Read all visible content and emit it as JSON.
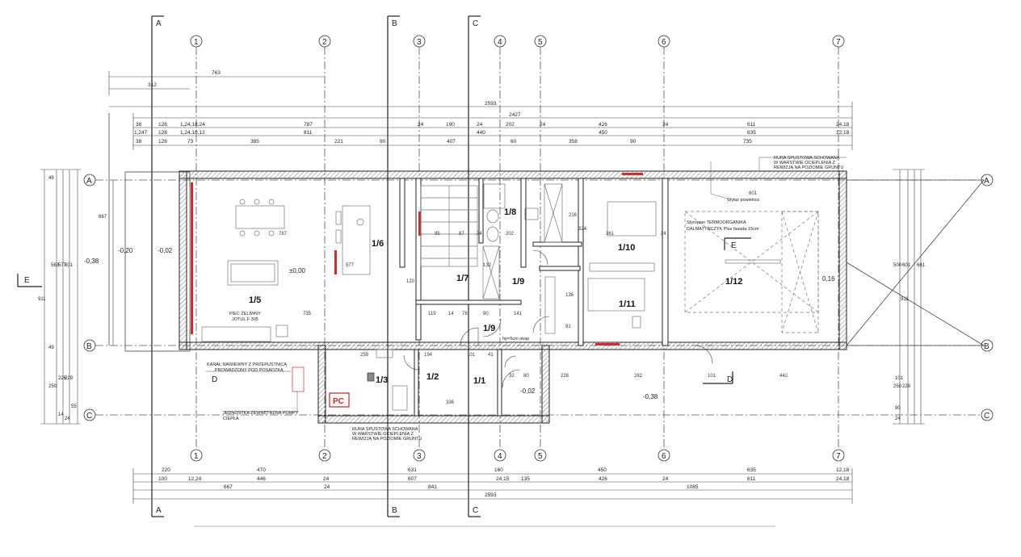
{
  "sections": {
    "a": "A",
    "b": "B",
    "c": "C",
    "d": "D",
    "e": "E"
  },
  "axes_numbers": [
    "1",
    "2",
    "3",
    "4",
    "5",
    "6",
    "7"
  ],
  "axes_rows": [
    "A",
    "B",
    "C"
  ],
  "rooms": {
    "r15": "1/5",
    "r16": "1/6",
    "r17": "1/7",
    "r18": "1/8",
    "r19a": "1/9",
    "r19b": "1/9",
    "r110": "1/10",
    "r111": "1/11",
    "r112": "1/12",
    "r11": "1/1",
    "r12": "1/2",
    "r13": "1/3",
    "pc": "PC"
  },
  "notes": {
    "stove_1": "PIEC ŻELIWNY",
    "stove_2": "JOTUL F 305",
    "kanal_1": "KANAŁ NAWIEWNY Z PRZEPUSTNICĄ",
    "kanal_2": "PROWADZONY POD POSADZKĄ",
    "pompa_1": "JEDNOSTKA ZEWNĘTRZNA POMPY",
    "pompa_2": "CIEPŁA",
    "rura_1": "RURA SPUSTOWA SCHOWANA",
    "rura_2": "W WARSTWIE OCIEPLENIA Z",
    "rura_3": "REWIZJĄ NA POZIOMIE GRUNTU",
    "rura_b1": "RURA SPUSTOWA SCHOWANA",
    "rura_b2": "W WARSTWIE OCIEPLENIA Z",
    "rura_b3": "REWIZJĄ NA POZIOMIE GRUNTU",
    "wylaz": "Wyłaz powietrza",
    "styropian_1": "Styropian TERMOORGANIKA",
    "styropian_2": "DALMATYŃCZYK Plus fasada 15cm",
    "okap": "hp=5cm okap"
  },
  "levels": {
    "l1": "-0,20",
    "l2": "-0,02",
    "l3": "-0,38",
    "l4": "±0,00",
    "l5": "-0,02",
    "l6": "-0,38",
    "l7": "0,16"
  },
  "dims_top": {
    "d763": "763",
    "d312": "312",
    "d2593": "2593",
    "d2427": "2427",
    "r1": [
      "38",
      "128",
      "1,24,18,24",
      "787",
      "24",
      "190",
      "24",
      "202",
      "24",
      "426",
      "24",
      "611",
      "24,18"
    ],
    "r2": [
      "1,247",
      "128",
      "1,24,18,12",
      "811",
      "440",
      "450",
      "635",
      "12,18"
    ],
    "r3": [
      "38",
      "128",
      "73",
      "385",
      "221",
      "90",
      "407",
      "60",
      "358",
      "90",
      "735"
    ],
    "interior": [
      "787",
      "95",
      "87",
      "24",
      "202",
      "361",
      "24",
      "735",
      "119",
      "14",
      "78",
      "90",
      "141",
      "259",
      "194",
      "101",
      "41",
      "32",
      "80",
      "228",
      "282",
      "101",
      "442",
      "336",
      "601",
      "577",
      "132",
      "120",
      "216",
      "324",
      "136",
      "91"
    ]
  },
  "dims_bottom": {
    "r1": [
      "220",
      "470",
      "631",
      "160",
      "450",
      "635",
      "12,18"
    ],
    "r2": [
      "100",
      "12,24",
      "446",
      "24",
      "607",
      "24,15",
      "135",
      "426",
      "24",
      "611",
      "24,18"
    ],
    "r3": [
      "667",
      "24",
      "841",
      "1085"
    ],
    "total": "2593"
  },
  "dims_left": [
    "49",
    "563",
    "577",
    "601",
    "667",
    "49",
    "911",
    "250",
    "226",
    "229",
    "55",
    "14",
    "24"
  ],
  "dims_right": [
    "500",
    "601",
    "661",
    "911",
    "250",
    "226",
    "101",
    "90",
    "24"
  ]
}
